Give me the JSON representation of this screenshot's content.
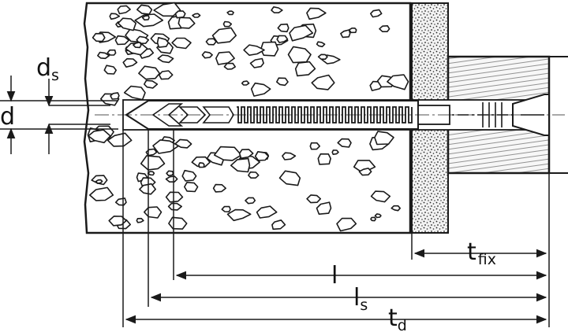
{
  "labels": {
    "ds_main": "d",
    "ds_sub": "s",
    "d": "d",
    "tfix_main": "t",
    "tfix_sub": "fix",
    "l": "l",
    "ls_main": "l",
    "ls_sub": "s",
    "td_main": "t",
    "td_sub": "d"
  },
  "colors": {
    "line": "#1a1a1a",
    "concrete_fill": "#ffffff",
    "plaster_dots": "#333333"
  }
}
